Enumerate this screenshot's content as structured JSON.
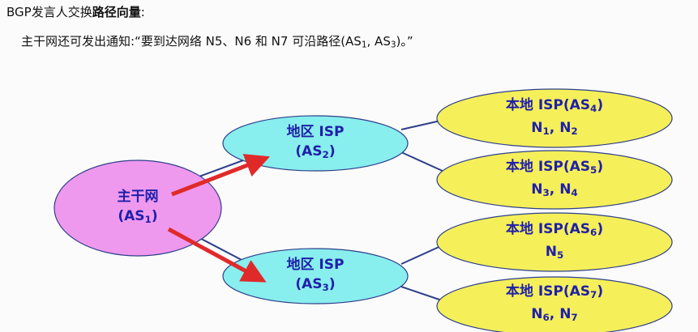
{
  "heading": {
    "prefix": "BGP发言人交换",
    "bold": "路径向量",
    "suffix": ":"
  },
  "subtitle": {
    "text_before": "主干网还可发出通知:“要到达网络 N5、N6 和 N7 可沿路径(AS",
    "sub1": "1",
    "mid": ", AS",
    "sub2": "3",
    "text_after": ")。”"
  },
  "nodes": {
    "backbone": {
      "line1": "主干网",
      "line2_prefix": "(AS",
      "line2_sub": "1",
      "line2_suffix": ")"
    },
    "regional_as2": {
      "line1": "地区 ISP",
      "line2_prefix": "(AS",
      "line2_sub": "2",
      "line2_suffix": ")"
    },
    "regional_as3": {
      "line1": "地区 ISP",
      "line2_prefix": "(AS",
      "line2_sub": "3",
      "line2_suffix": ")"
    },
    "local_as4": {
      "line1_prefix": "本地 ISP(AS",
      "line1_sub": "4",
      "line1_suffix": ")",
      "n_a": "N",
      "n_a_sub": "1",
      "sep": ", ",
      "n_b": "N",
      "n_b_sub": "2"
    },
    "local_as5": {
      "line1_prefix": "本地 ISP(AS",
      "line1_sub": "5",
      "line1_suffix": ")",
      "n_a": "N",
      "n_a_sub": "3",
      "sep": ", ",
      "n_b": "N",
      "n_b_sub": "4"
    },
    "local_as6": {
      "line1_prefix": "本地 ISP(AS",
      "line1_sub": "6",
      "line1_suffix": ")",
      "n_a": "N",
      "n_a_sub": "5"
    },
    "local_as7": {
      "line1_prefix": "本地 ISP(AS",
      "line1_sub": "7",
      "line1_suffix": ")",
      "n_a": "N",
      "n_a_sub": "6",
      "sep": ", ",
      "n_b": "N",
      "n_b_sub": "7"
    }
  },
  "colors": {
    "backbone_fill": "#ee99ee",
    "regional_fill": "#88eeee",
    "local_fill": "#f5ef5a",
    "link_line": "#2e3f8a",
    "arrow": "#e02a2a",
    "node_text": "#1f1faa"
  }
}
